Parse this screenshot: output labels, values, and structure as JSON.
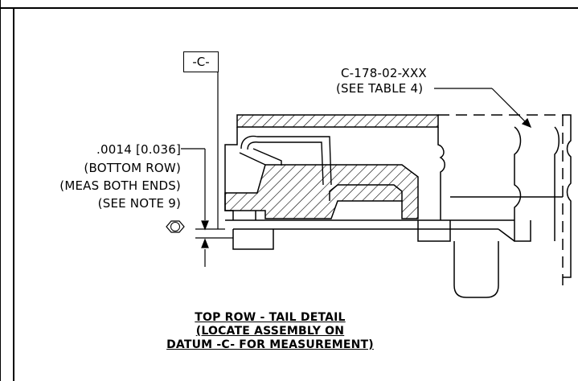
{
  "datum": {
    "label": "-C-"
  },
  "callout_part": {
    "line1": "C-178-02-XXX",
    "line2": "(SEE TABLE 4)"
  },
  "tolerance": {
    "value": ".0014",
    "metric": "[0.036]",
    "line2": "(BOTTOM ROW)",
    "line3": "(MEAS BOTH ENDS)",
    "line4": "(SEE NOTE 9)",
    "symbol": "C"
  },
  "caption": {
    "line1": "TOP ROW - TAIL DETAIL",
    "line2": "(LOCATE ASSEMBLY ON",
    "line3": "DATUM -C- FOR MEASUREMENT)"
  },
  "colors": {
    "line": "#000000",
    "background": "#ffffff"
  }
}
